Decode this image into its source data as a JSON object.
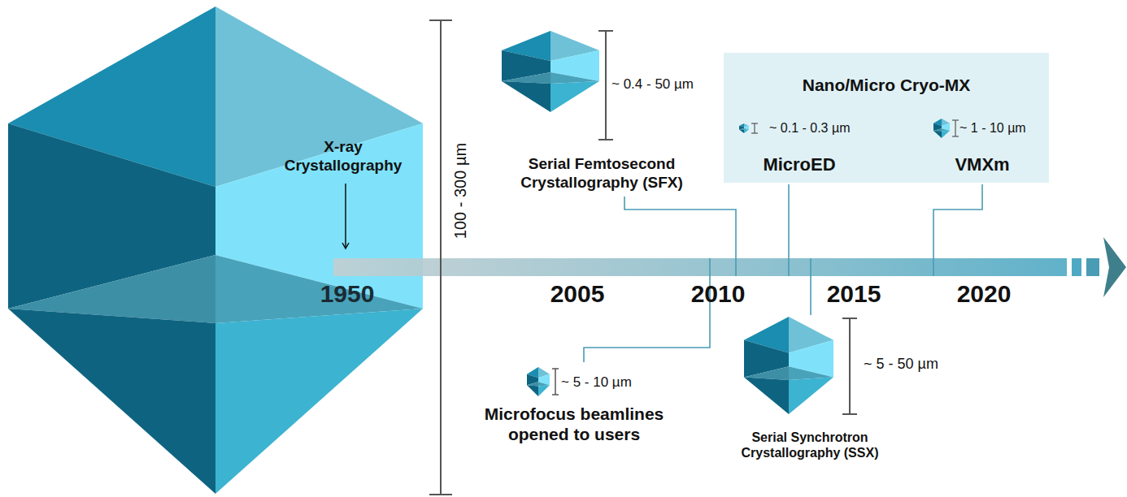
{
  "diagram": {
    "nodes": [
      {
        "text": [
          "Nano/Micro Cryo-MX",
          "~ 0.1 - 0.3 µm",
          "MicroED",
          "~ 1 - 10 µm",
          "VMXm"
        ]
      }
    ],
    "labels": [
      "X-ray Crystallography",
      "1950",
      "100 - 300 µm",
      "~ 0.4 - 50 µm",
      "Serial Femtosecond Crystallography (SFX)",
      "2005",
      "2010",
      "2015",
      "2020",
      "~ 5 - 10 µm",
      "Microfocus beamlines opened to users",
      "~ 5 - 50 µm",
      "Serial Synchrotron Crystallography (SSX)"
    ]
  }
}
